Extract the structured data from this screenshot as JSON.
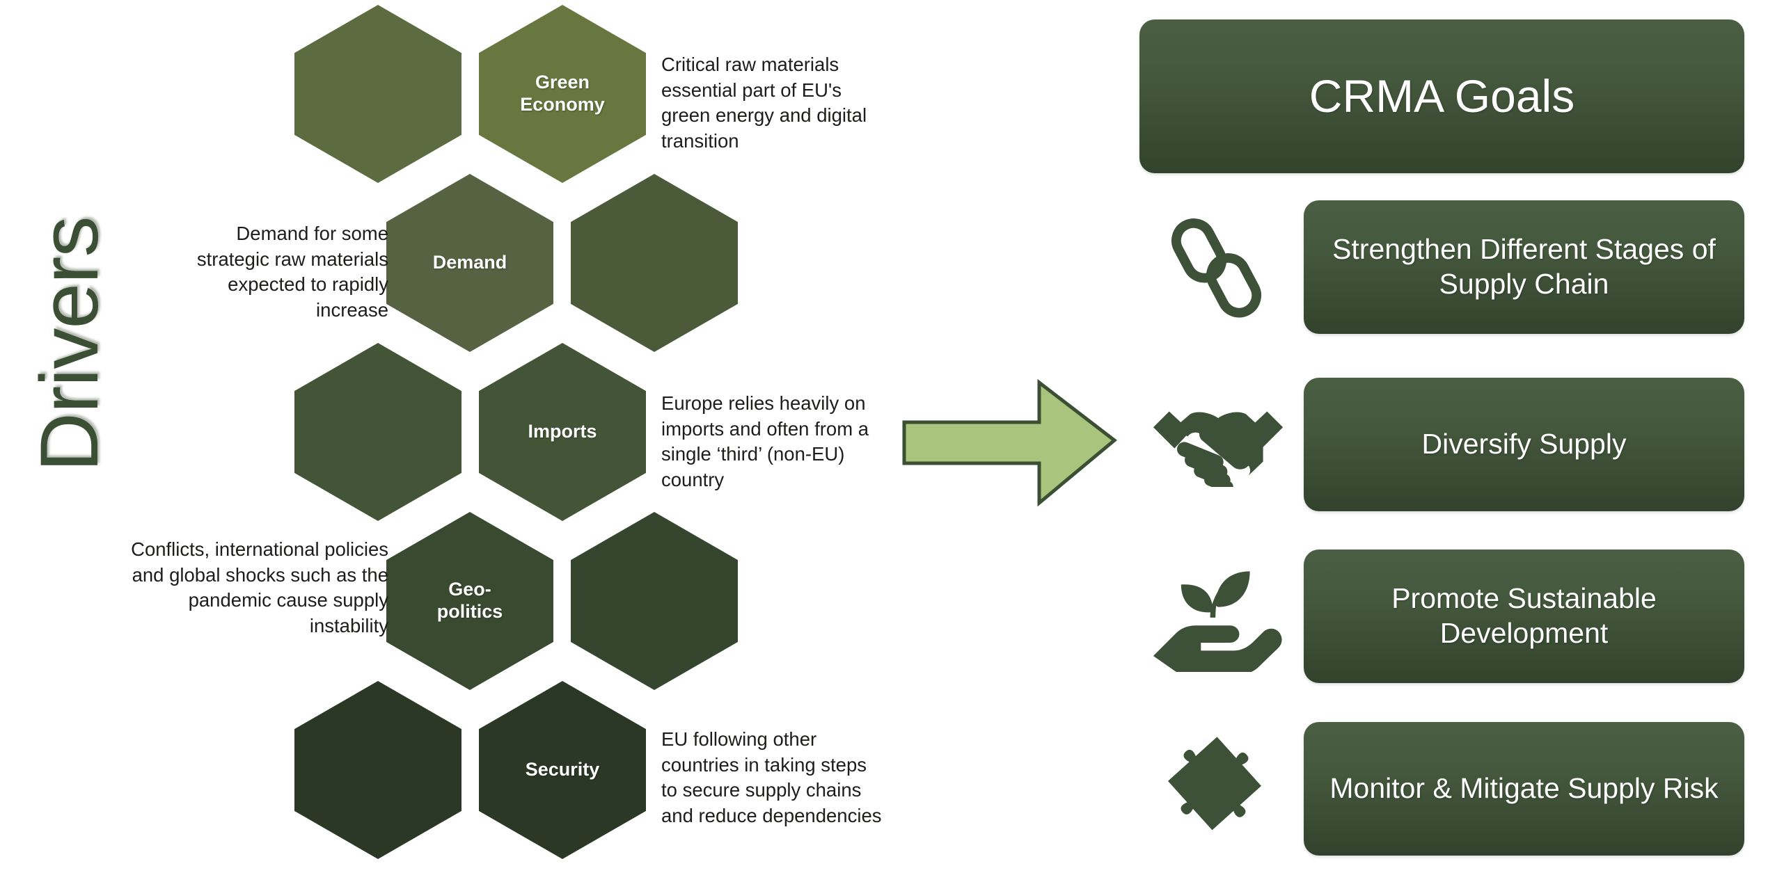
{
  "colors": {
    "hex_lightest": "#67773f",
    "hex_light": "#5d6b40",
    "hex_mid_light": "#566242",
    "hex_mid": "#4b5b3a",
    "hex_mid_dark": "#445436",
    "hex_dark": "#3a4a31",
    "hex_darker": "#36452e",
    "hex_darkest": "#2b3825",
    "arrow_fill": "#a9c47c",
    "arrow_stroke": "#3a4f33",
    "goal_box_top": "#4a5e43",
    "goal_box_bottom": "#32422c",
    "icon_green": "#3c5137",
    "title_green": "#3a4f33",
    "body_text": "#1d1d1b",
    "label_white": "#ffffff"
  },
  "drivers": {
    "section_title": "Drivers",
    "hexagons": [
      {
        "id": "hex-blank-r1c1",
        "label": "",
        "color_key": "hex_light"
      },
      {
        "id": "hex-green-economy",
        "label": "Green\nEconomy",
        "color_key": "hex_lightest"
      },
      {
        "id": "hex-demand",
        "label": "Demand",
        "color_key": "hex_mid_light"
      },
      {
        "id": "hex-blank-r2c2",
        "label": "",
        "color_key": "hex_mid"
      },
      {
        "id": "hex-blank-r3c1",
        "label": "",
        "color_key": "hex_mid_dark"
      },
      {
        "id": "hex-imports",
        "label": "Imports",
        "color_key": "hex_mid_dark"
      },
      {
        "id": "hex-geopolitics",
        "label": "Geo-\npolitics",
        "color_key": "hex_dark"
      },
      {
        "id": "hex-blank-r4c2",
        "label": "",
        "color_key": "hex_darker"
      },
      {
        "id": "hex-blank-r5c1",
        "label": "",
        "color_key": "hex_darkest"
      },
      {
        "id": "hex-security",
        "label": "Security",
        "color_key": "hex_darkest"
      }
    ],
    "notes": [
      {
        "id": "note-green-economy",
        "side": "right",
        "text": "Critical raw materials essential part of EU's green energy and digital transition"
      },
      {
        "id": "note-demand",
        "side": "left",
        "text": "Demand for some strategic raw materials expected to rapidly increase"
      },
      {
        "id": "note-imports",
        "side": "right",
        "text": "Europe relies heavily on imports and often from a single ‘third’ (non-EU) country"
      },
      {
        "id": "note-geopolitics",
        "side": "left",
        "text": "Conflicts, international policies and global shocks such as the pandemic cause supply instability"
      },
      {
        "id": "note-security",
        "side": "right",
        "text": "EU following other countries in taking steps to secure supply chains and reduce dependencies"
      }
    ]
  },
  "connector": {
    "icon_name": "right-arrow-icon",
    "direction": "right"
  },
  "goals": {
    "header": "CRMA Goals",
    "items": [
      {
        "icon_name": "chain-link-icon",
        "label": "Strengthen Different Stages of Supply Chain"
      },
      {
        "icon_name": "handshake-icon",
        "label": "Diversify Supply"
      },
      {
        "icon_name": "hand-plant-icon",
        "label": "Promote Sustainable Development"
      },
      {
        "icon_name": "puzzle-piece-icon",
        "label": "Monitor & Mitigate Supply Risk"
      }
    ]
  }
}
